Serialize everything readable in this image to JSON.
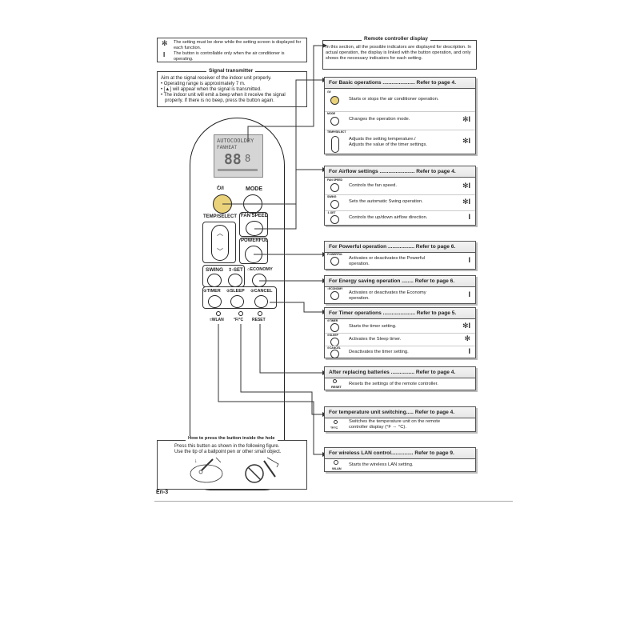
{
  "legend": {
    "star_text": "The setting must be done while the setting screen is displayed for each function.",
    "bar_text": "The button is controllable only when the air conditioner is operating."
  },
  "signal_transmitter": {
    "title": "Signal transmitter",
    "lines": [
      "Aim at the signal receiver of the indoor unit properly.",
      "• Operating range is approximately 7 m.",
      "• [▲] will appear when the signal is transmitted.",
      "• The indoor unit will emit a beep when it receive the signal",
      "  properly. If there is no beep, press the button again."
    ]
  },
  "remote_display": {
    "title": "Remote controller display",
    "text": "In this section, all the possible indicators are displayed for description. In actual operation, the display is linked with the button operation, and only shows the necessary indicators for each setting."
  },
  "lcd": {
    "line1": "AUTOCOOLDRY",
    "line2": "FANHEAT",
    "digits": "88",
    "small": "8"
  },
  "remote_labels": {
    "power": "⏻/I",
    "mode": "MODE",
    "temp_select": "TEMP/SELECT",
    "fan_speed": "FAN SPEED",
    "powerful": "POWERFUL",
    "swing": "SWING",
    "set": "⇕-SET",
    "economy": "⌂ECONOMY",
    "timer": "⊙TIMER",
    "sleep": "⊙SLEEP",
    "cancel": "⊙CANCEL",
    "wlan": "WLAN",
    "fc": "°F/°C",
    "reset": "RESET"
  },
  "panels": {
    "basic": {
      "title": "For Basic operations ...................... Refer to page 4.",
      "rows": [
        {
          "label": "⏻/I",
          "text": "Starts or stops the air conditioner operation.",
          "mark": ""
        },
        {
          "label": "MODE",
          "text": "Changes the operation mode.",
          "mark": "✻I"
        },
        {
          "label": "TEMP/SELECT",
          "text": "Adjusts the setting temperature./\nAdjusts the value of the timer settings.",
          "mark": "✻I"
        }
      ]
    },
    "airflow": {
      "title": "For Airflow settings ........................ Refer to page 4.",
      "rows": [
        {
          "label": "FAN SPEED",
          "text": "Controls the fan speed.",
          "mark": "✻I"
        },
        {
          "label": "SWING",
          "text": "Sets the automatic Swing operation.",
          "mark": "✻I"
        },
        {
          "label": "⇕-SET",
          "text": "Controls the up/down airflow direction.",
          "mark": "I"
        }
      ]
    },
    "powerful": {
      "title": "For Powerful operation .................. Refer to page 6.",
      "rows": [
        {
          "label": "POWERFUL",
          "text": "Activates or deactivates the Powerful\noperation.",
          "mark": "I"
        }
      ]
    },
    "energy": {
      "title": "For Energy saving operation ........ Refer to page 6.",
      "rows": [
        {
          "label": "⌂ECONOMY",
          "text": "Activates or deactivates the Economy\noperation.",
          "mark": "I"
        }
      ]
    },
    "timer": {
      "title": "For Timer operations ...................... Refer to page 5.",
      "rows": [
        {
          "label": "⊙TIMER",
          "text": "Starts the timer setting.",
          "mark": "✻I"
        },
        {
          "label": "⊙SLEEP",
          "text": "Activates the Sleep timer.",
          "mark": "✻"
        },
        {
          "label": "⊙CANCEL",
          "text": "Deactivates the timer setting.",
          "mark": "I"
        }
      ]
    },
    "batteries": {
      "title": "After replacing batteries ................ Refer to page 4.",
      "rows": [
        {
          "label": "RESET",
          "text": "Resets the settings of the remote controller.",
          "mark": ""
        }
      ]
    },
    "tempunit": {
      "title": "For temperature unit switching..... Refer to page 4.",
      "rows": [
        {
          "label": "°F/°C",
          "text": "Switches the temperature unit on the remote\ncontroller display (°F ⇔ °C).",
          "mark": ""
        }
      ]
    },
    "wlan": {
      "title": "For wireless LAN control............... Refer to page 9.",
      "rows": [
        {
          "label": "WLAN",
          "text": "Starts the wireless LAN setting.",
          "mark": ""
        }
      ]
    }
  },
  "hole": {
    "title": "How to press the button inside the hole",
    "line1": "Press this button as shown in the following figure.",
    "line2": "Use the tip of a ballpoint pen or other small object."
  },
  "page_number": "En-3",
  "colors": {
    "highlight": "#ead27a"
  }
}
